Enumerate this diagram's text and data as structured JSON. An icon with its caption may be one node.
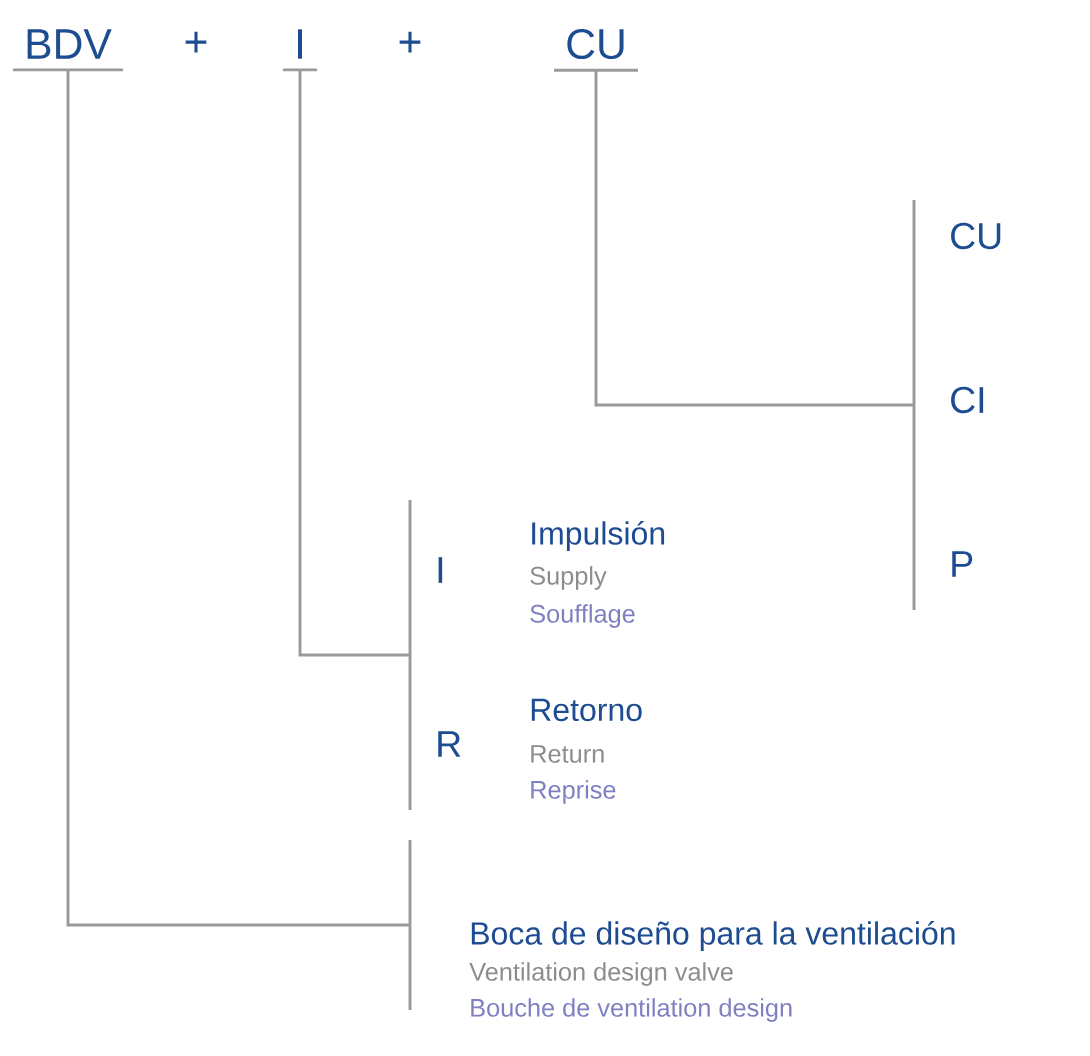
{
  "diagram": {
    "nodes": [
      {
        "text": [
          "BDV"
        ]
      },
      {
        "text": [
          "I"
        ]
      },
      {
        "text": [
          "CU"
        ]
      },
      {
        "text": [],
        "shape": "bar"
      },
      {
        "text": [],
        "shape": "bar"
      },
      {
        "text": [],
        "shape": "bar"
      }
    ],
    "edges": [
      {
        "from": 2,
        "to": 3,
        "arrow": "none"
      },
      {
        "from": 1,
        "to": 4,
        "arrow": "none"
      },
      {
        "from": 0,
        "to": 5,
        "arrow": "none"
      }
    ],
    "labels": [
      "+",
      "+",
      "CU",
      "CI",
      "P",
      "I",
      "Impulsión",
      "Supply",
      "Soufflage",
      "R",
      "Retorno",
      "Return",
      "Reprise",
      "Boca de diseño para la ventilación",
      "Ventilation design valve",
      "Bouche de ventilation design"
    ]
  }
}
